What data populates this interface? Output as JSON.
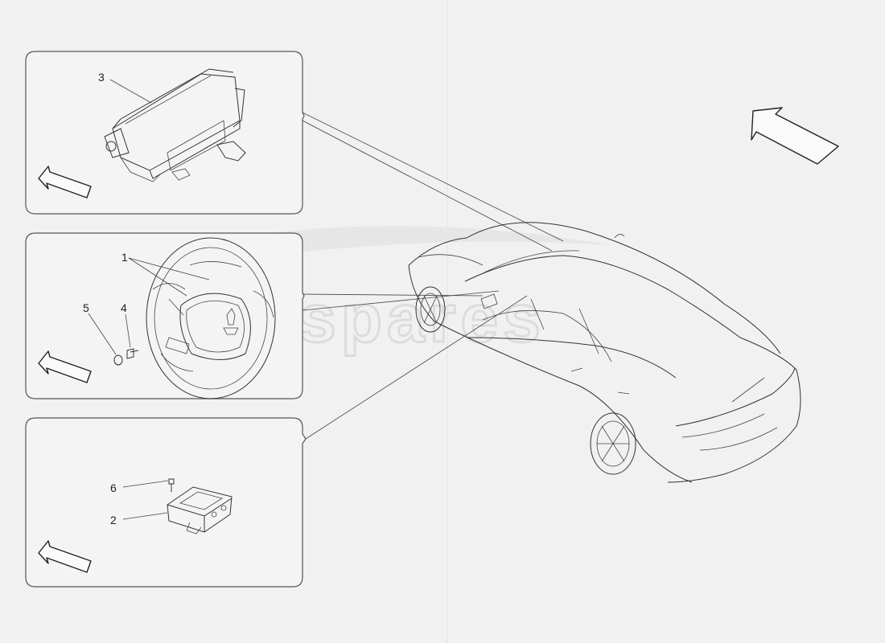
{
  "watermark": "eurospares",
  "callouts": {
    "p1": "1",
    "p2": "2",
    "p3": "3",
    "p4": "4",
    "p5": "5",
    "p6": "6"
  },
  "panels": [
    {
      "id": "passenger-airbag-panel",
      "parts": [
        "3"
      ]
    },
    {
      "id": "steering-wheel-airbag-panel",
      "parts": [
        "1",
        "4",
        "5"
      ]
    },
    {
      "id": "airbag-control-unit-panel",
      "parts": [
        "6",
        "2"
      ]
    }
  ],
  "colors": {
    "line": "#333333",
    "background": "#f1f1f1",
    "watermark": "#dcdcdc"
  }
}
